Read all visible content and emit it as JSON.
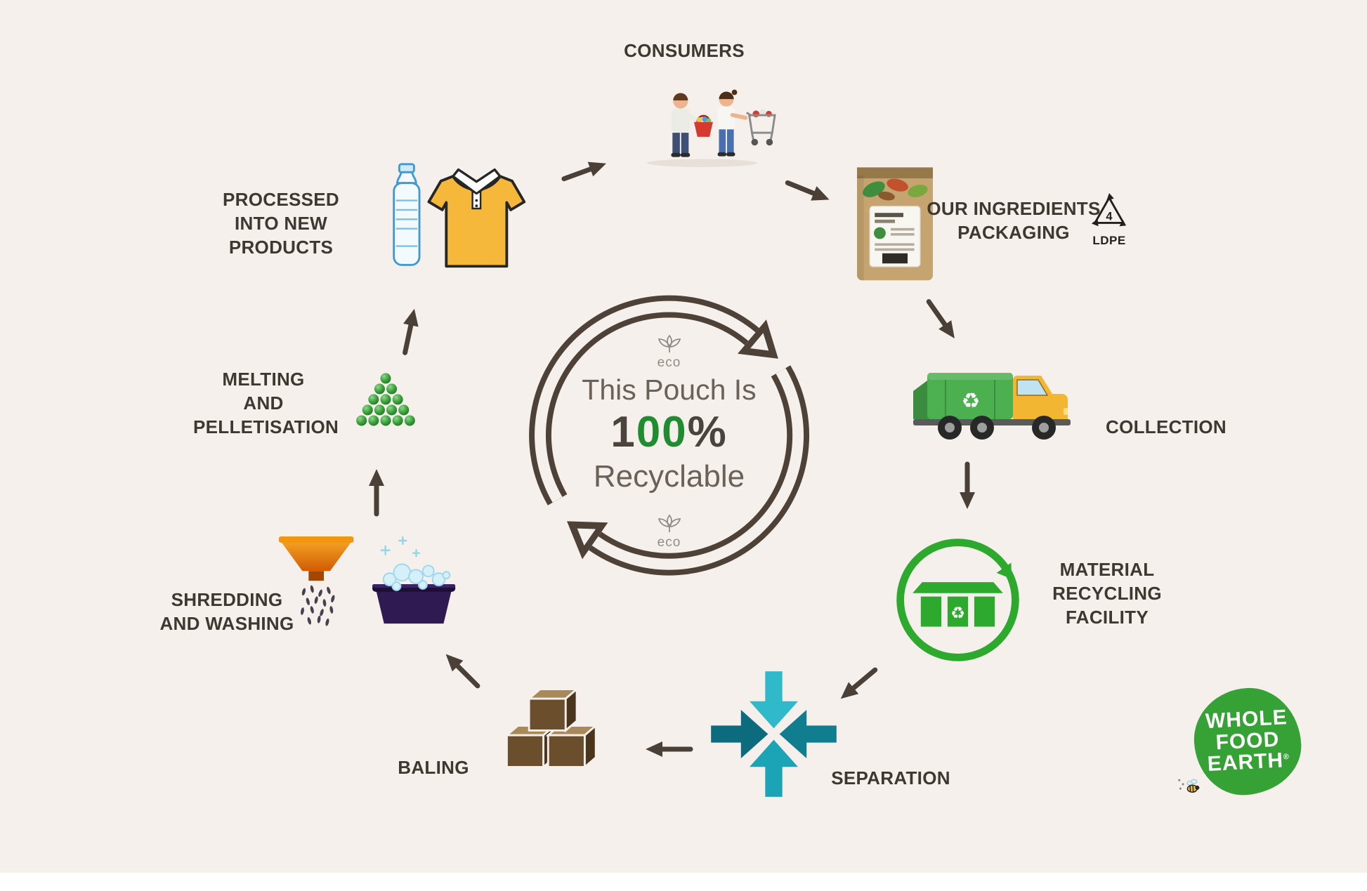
{
  "center": {
    "eco_top": "eco",
    "line1": "This Pouch Is",
    "big_1": "1",
    "big_00": "00",
    "big_pct": "%",
    "line2": "Recyclable",
    "eco_bottom": "eco"
  },
  "nodes": {
    "consumers": {
      "lines": [
        "CONSUMERS"
      ]
    },
    "packaging": {
      "lines": [
        "OUR INGREDIENTS",
        "PACKAGING"
      ],
      "resin_code": "4",
      "resin_type": "LDPE"
    },
    "collection": {
      "lines": [
        "COLLECTION"
      ]
    },
    "mrf": {
      "lines": [
        "MATERIAL",
        "RECYCLING",
        "FACILITY"
      ]
    },
    "separation": {
      "lines": [
        "SEPARATION"
      ]
    },
    "baling": {
      "lines": [
        "BALING"
      ]
    },
    "shredding": {
      "lines": [
        "SHREDDING",
        "AND WASHING"
      ]
    },
    "melting": {
      "lines": [
        "MELTING",
        "AND",
        "PELLETISATION"
      ]
    },
    "new_products": {
      "lines": [
        "PROCESSED",
        "INTO NEW PRODUCTS"
      ]
    }
  },
  "glyphs": {
    "recycle": "♻"
  },
  "logo": {
    "lines": [
      "WHOLE",
      "FOOD",
      "EARTH"
    ],
    "registered": "®"
  },
  "colors": {
    "background": "#f5f0ec",
    "arrow": "#4a4038",
    "label_text": "#3e3831",
    "center_text": "#6a6158",
    "accent_green": "#1f8c2f",
    "mrf_green": "#2daa2d",
    "truck_green": "#4caf50",
    "cab_yellow": "#f2b632",
    "separation_teal": "#2bb3c4",
    "baling_brown": "#6b4e2c",
    "funnel_orange": "#ee8418",
    "basin_purple": "#2f1a52",
    "pouch_kraft": "#c6a46f",
    "logo_green": "#36a135"
  }
}
